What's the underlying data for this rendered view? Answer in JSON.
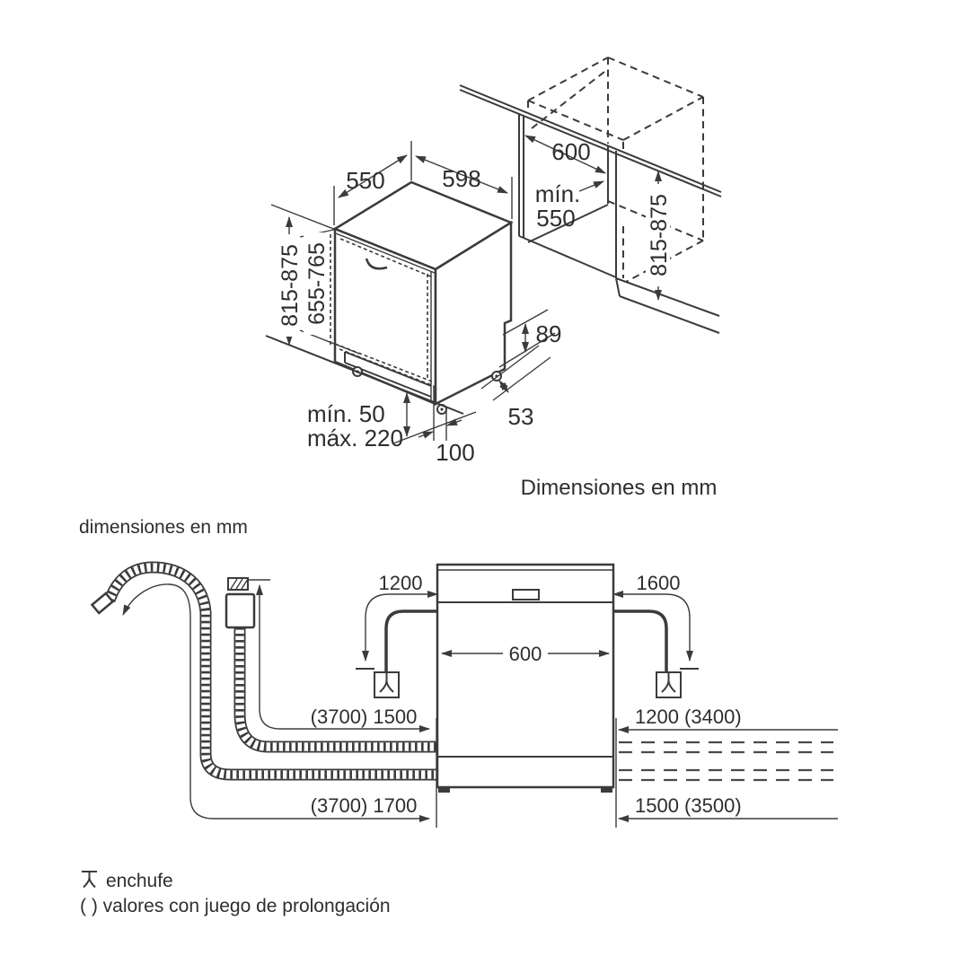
{
  "top_diagram": {
    "caption": "Dimensiones en mm",
    "dims": {
      "depth_top": "550",
      "width_top": "598",
      "niche_width": "600",
      "niche_depth_line1": "mín.",
      "niche_depth_line2": "550",
      "height_left": "815-875",
      "door_panel_height": "655-765",
      "height_right": "815-875",
      "plinth_min": "mín. 50",
      "plinth_max": "máx. 220",
      "foot_offset": "100",
      "rear_foot_offset": "53",
      "base_recess": "89"
    }
  },
  "bottom_diagram": {
    "caption": "dimensiones en mm",
    "dims": {
      "left_clearance": "1200",
      "right_clearance": "1600",
      "appliance_width": "600",
      "supply_hose_length": "(3700) 1500",
      "drain_hose_length": "(3700) 1700",
      "cord_length_top": "1200 (3400)",
      "cord_length_bottom": "1500 (3500)"
    }
  },
  "legend": {
    "plug_label": "enchufe",
    "note": "( ) valores con juego de prolongación"
  },
  "colors": {
    "line": "#3b3b3b",
    "text": "#2e2e2e",
    "background": "#ffffff"
  }
}
